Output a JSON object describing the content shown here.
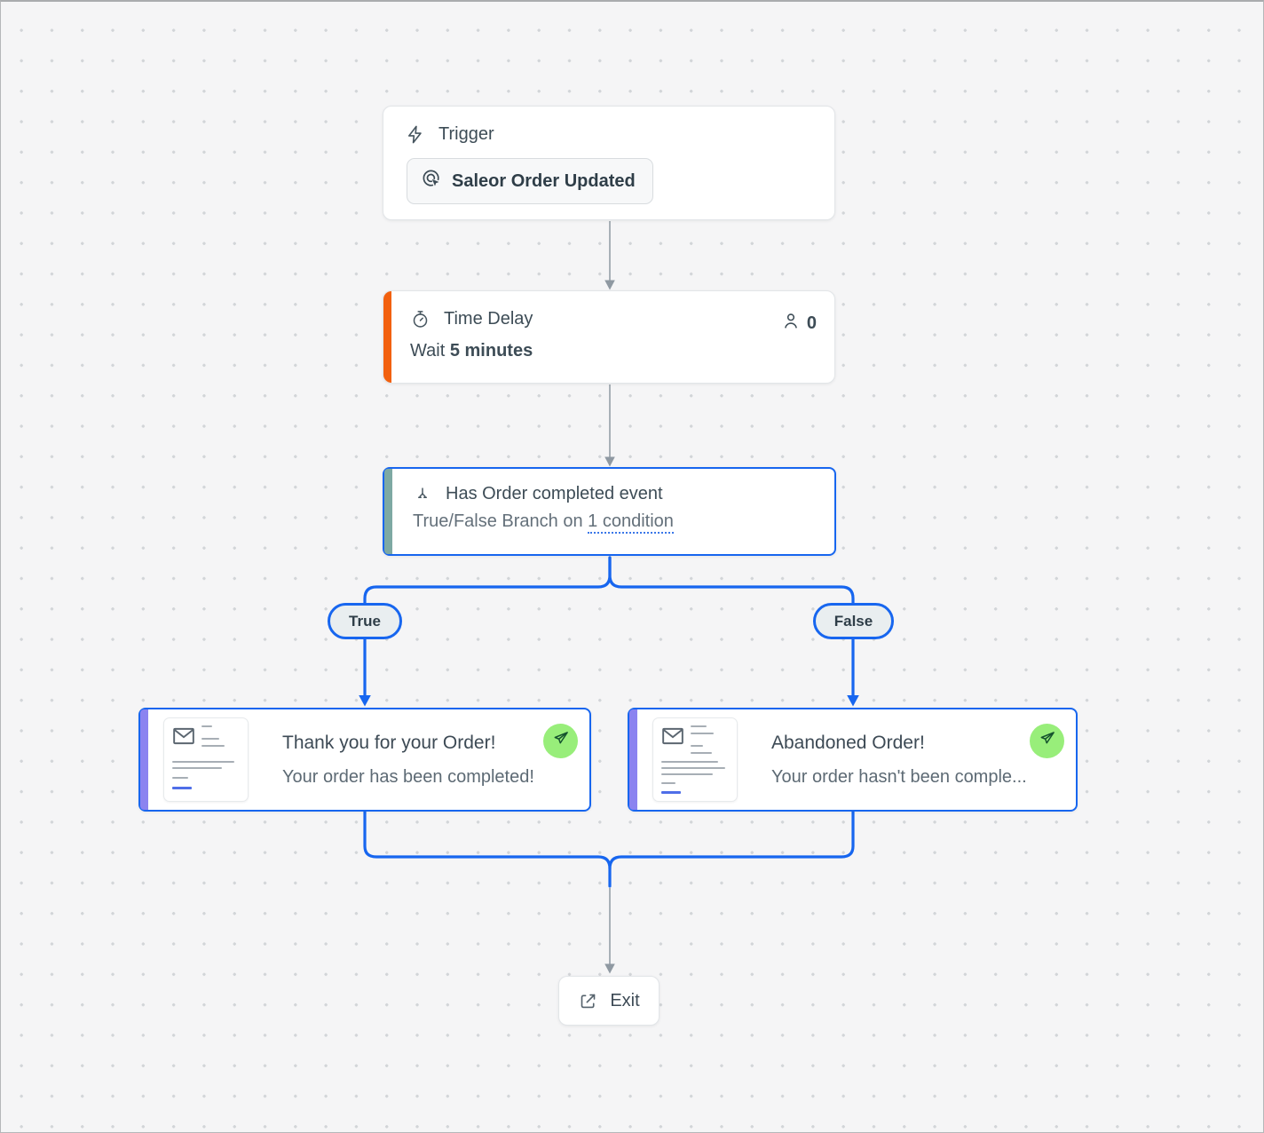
{
  "colors": {
    "accent_blue": "#1766ef",
    "stripe_orange": "#f2600e",
    "stripe_teal": "#7ea9a3",
    "stripe_purple": "#8b83f0",
    "send_badge_green": "#98ee7a",
    "canvas_background": "#f5f5f6"
  },
  "trigger": {
    "label": "Trigger",
    "button_label": "Saleor Order Updated"
  },
  "delay": {
    "title": "Time Delay",
    "wait_prefix": "Wait ",
    "wait_value": "5 minutes",
    "count": "0"
  },
  "condition": {
    "title": "Has Order completed event",
    "subtitle_prefix": "True/False Branch on ",
    "subtitle_link": "1 condition"
  },
  "branches": {
    "true_label": "True",
    "false_label": "False"
  },
  "email_true": {
    "title": "Thank you for your Order!",
    "subtitle": "Your order has been completed!"
  },
  "email_false": {
    "title": "Abandoned Order!",
    "subtitle": "Your order hasn't been comple..."
  },
  "exit": {
    "label": "Exit"
  }
}
